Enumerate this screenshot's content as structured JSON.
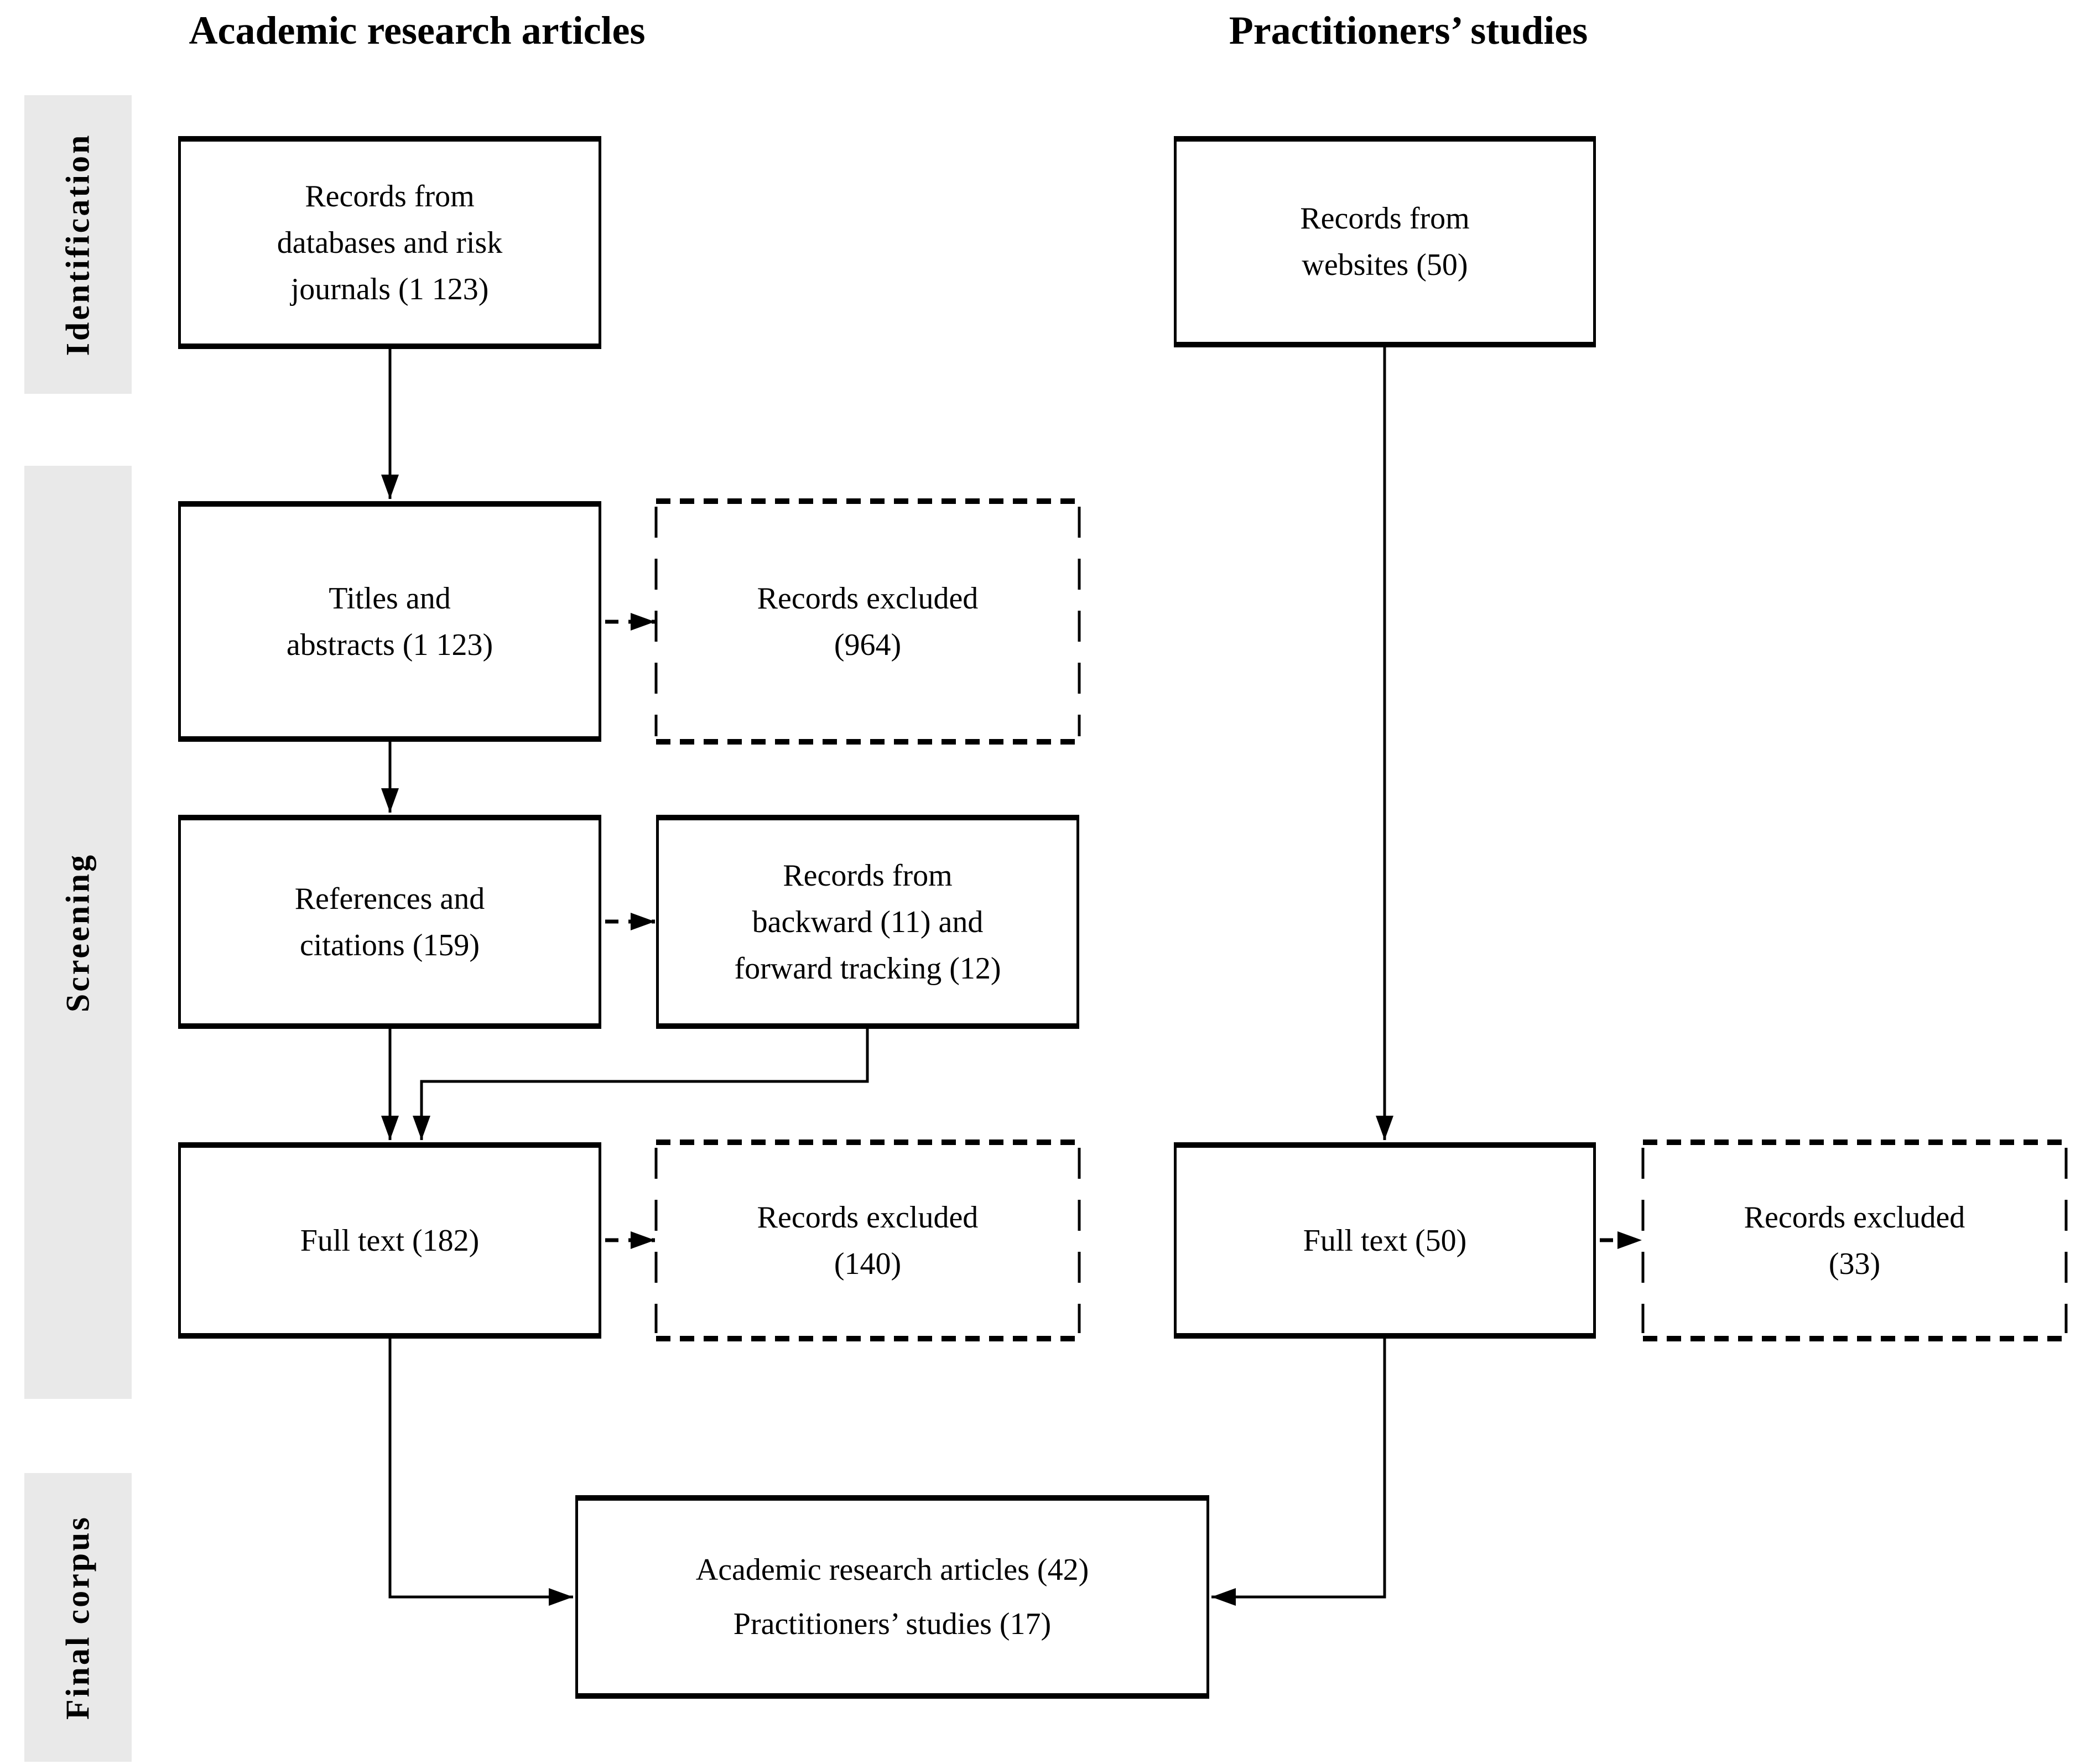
{
  "headers": {
    "left": "Academic research articles",
    "right": "Practitioners’ studies"
  },
  "stages": [
    {
      "label": "Identification"
    },
    {
      "label": "Screening"
    },
    {
      "label": "Final corpus"
    }
  ],
  "boxes": {
    "records_databases": {
      "lines": [
        "Records from",
        "databases and risk",
        "journals (1 123)"
      ]
    },
    "records_websites": {
      "lines": [
        "Records from",
        "websites (50)"
      ]
    },
    "titles_abstracts": {
      "lines": [
        "Titles and",
        "abstracts (1 123)"
      ]
    },
    "excluded_titles": {
      "lines": [
        "Records excluded",
        "(964)"
      ]
    },
    "references_citations": {
      "lines": [
        "References and",
        "citations (159)"
      ]
    },
    "backward_forward": {
      "lines": [
        "Records from",
        "backward (11) and",
        "forward tracking (12)"
      ]
    },
    "full_text_academic": {
      "lines": [
        "Full text (182)"
      ]
    },
    "excluded_full_text_academic": {
      "lines": [
        "Records excluded",
        "(140)"
      ]
    },
    "full_text_practitioners": {
      "lines": [
        "Full text (50)"
      ]
    },
    "excluded_full_text_practitioners": {
      "lines": [
        "Records excluded",
        "(33)"
      ]
    },
    "final_corpus": {
      "lines": [
        "Academic research articles (42)",
        "Practitioners’ studies (17)"
      ]
    }
  },
  "colors": {
    "band": "#e9e9e9",
    "line": "#000000",
    "background": "#ffffff"
  }
}
